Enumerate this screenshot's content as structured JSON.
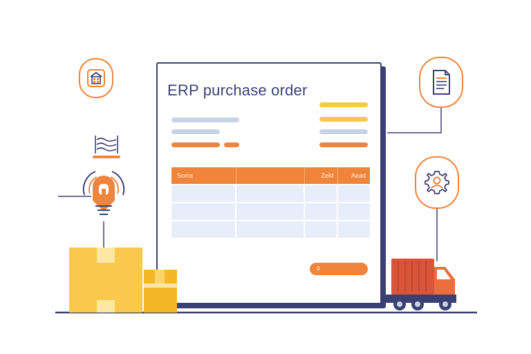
{
  "document": {
    "title": "ERP purchase order",
    "table_headers": [
      "Soms",
      "",
      "Zeld",
      "Aead"
    ],
    "row_count": 3,
    "button_label": "0"
  },
  "icons": {
    "top_left": "warehouse-icon",
    "top_right": "document-icon",
    "mid_right": "gear-person-icon",
    "left_signal": "location-signal-icon",
    "stack": "layers-icon"
  },
  "colors": {
    "navy": "#3b4073",
    "orange": "#f0843a",
    "yellow": "#f8c94a",
    "light_blue": "#e8eef9",
    "truck_red": "#d9553a"
  }
}
